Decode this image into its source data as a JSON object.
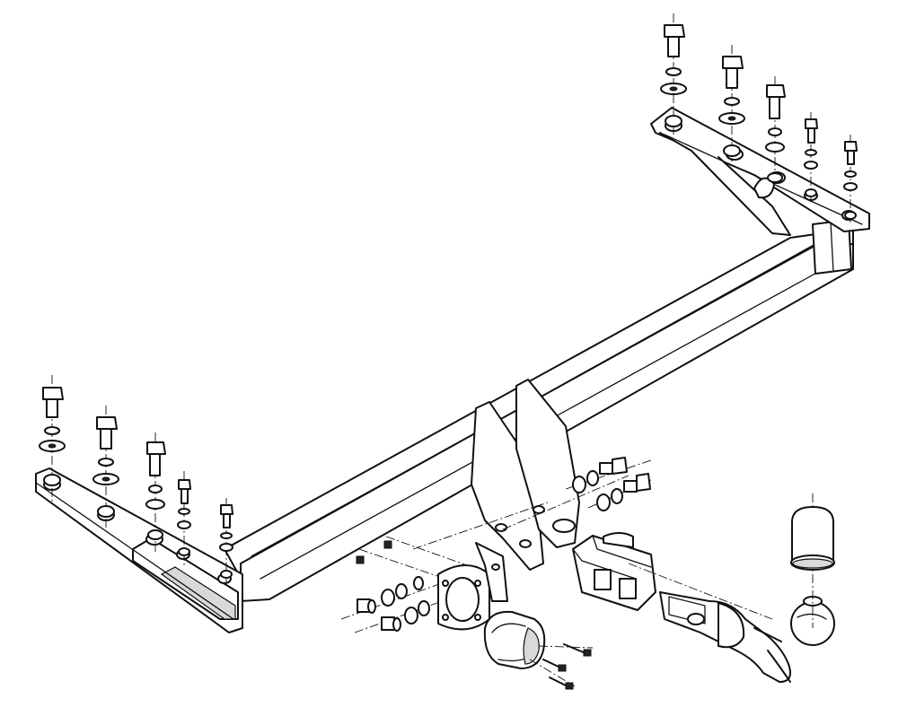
{
  "diagram": {
    "kind": "exploded-assembly",
    "colors": {
      "line": "#111111",
      "background": "#ffffff",
      "shade": "#d9d9d9"
    },
    "parts": [
      {
        "name": "crossbar-tube"
      },
      {
        "name": "left-mounting-bracket"
      },
      {
        "name": "right-mounting-bracket"
      },
      {
        "name": "bolt-set-left",
        "count": 5
      },
      {
        "name": "bolt-set-right",
        "count": 5
      },
      {
        "name": "tow-ball-neck"
      },
      {
        "name": "tow-ball-cap"
      },
      {
        "name": "socket-plate"
      },
      {
        "name": "electrical-socket"
      },
      {
        "name": "neck-receiver-block"
      }
    ]
  }
}
